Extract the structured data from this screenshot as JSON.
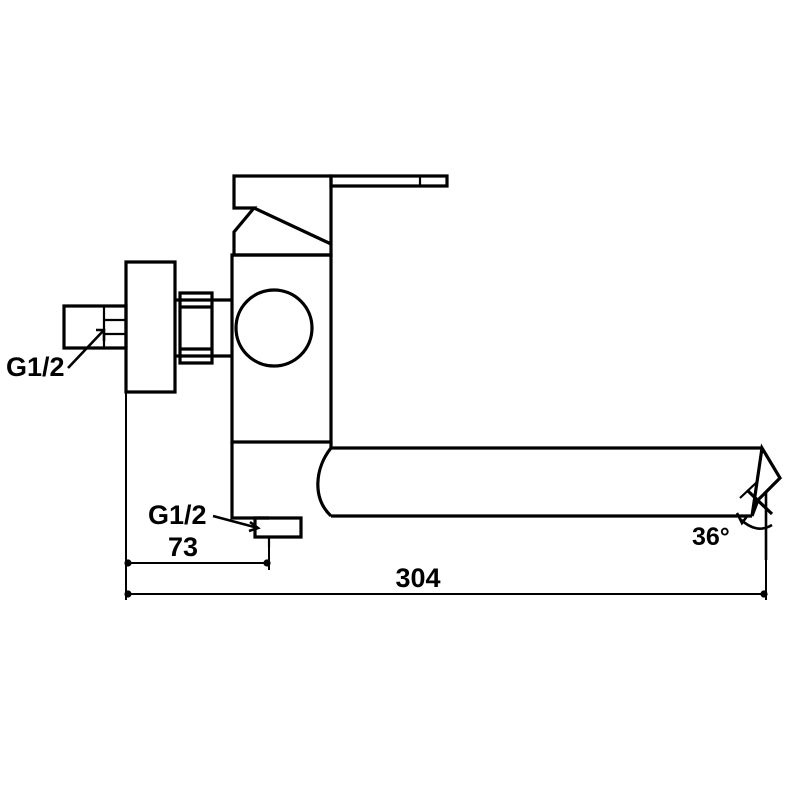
{
  "document": {
    "type": "technical-drawing",
    "subject": "wall-mounted bath shower mixer faucet",
    "view": "side elevation",
    "background_color": "#ffffff",
    "line_color": "#000000",
    "units": "mm"
  },
  "dimensions": {
    "projection_length": {
      "value": "304",
      "units": "mm",
      "description": "overall spout projection from wall face to aerator tip"
    },
    "body_offset": {
      "value": "73",
      "units": "mm",
      "description": "distance from wall face to bottom outlet centre"
    }
  },
  "annotations": {
    "inlet_thread_upper": {
      "label": "G1/2",
      "description": "wall inlet connection thread"
    },
    "outlet_thread_lower": {
      "label": "G1/2",
      "description": "bottom hand shower outlet thread"
    },
    "spout_angle": {
      "label": "36°",
      "value": "36",
      "symbol": "°",
      "description": "aerator tip inclination angle"
    }
  },
  "parts": {
    "lever_handle": "lever-handle",
    "cartridge_head": "cartridge-head",
    "main_body": "main-body",
    "diverter_knob": "diverter-knob",
    "wall_flange": "wall-flange",
    "hex_nut": "hex-nut",
    "inlet_nipple": "inlet-nipple",
    "spout_tube": "spout-tube",
    "aerator_tip": "aerator-tip",
    "bottom_outlet": "bottom-outlet"
  }
}
